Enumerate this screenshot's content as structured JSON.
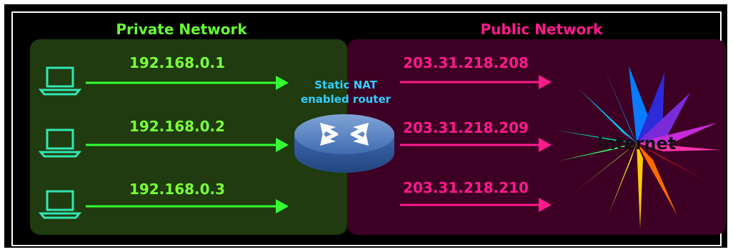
{
  "private_network": {
    "title": "Private Network",
    "hosts": [
      {
        "ip": "192.168.0.1",
        "icon": "laptop-icon"
      },
      {
        "ip": "192.168.0.2",
        "icon": "laptop-icon"
      },
      {
        "ip": "192.168.0.3",
        "icon": "laptop-icon"
      }
    ],
    "panel_color": "#1f3b0f",
    "accent_color": "#66ff33"
  },
  "public_network": {
    "title": "Public Network",
    "ips": [
      "203.31.218.208",
      "203.31.218.209",
      "203.31.218.210"
    ],
    "panel_color": "#3d0024",
    "accent_color": "#ff1a8c"
  },
  "router": {
    "line1": "Static NAT",
    "line2": "enabled router",
    "icon": "router-icon"
  },
  "internet": {
    "label": "Internet",
    "icon": "starburst-icon"
  }
}
